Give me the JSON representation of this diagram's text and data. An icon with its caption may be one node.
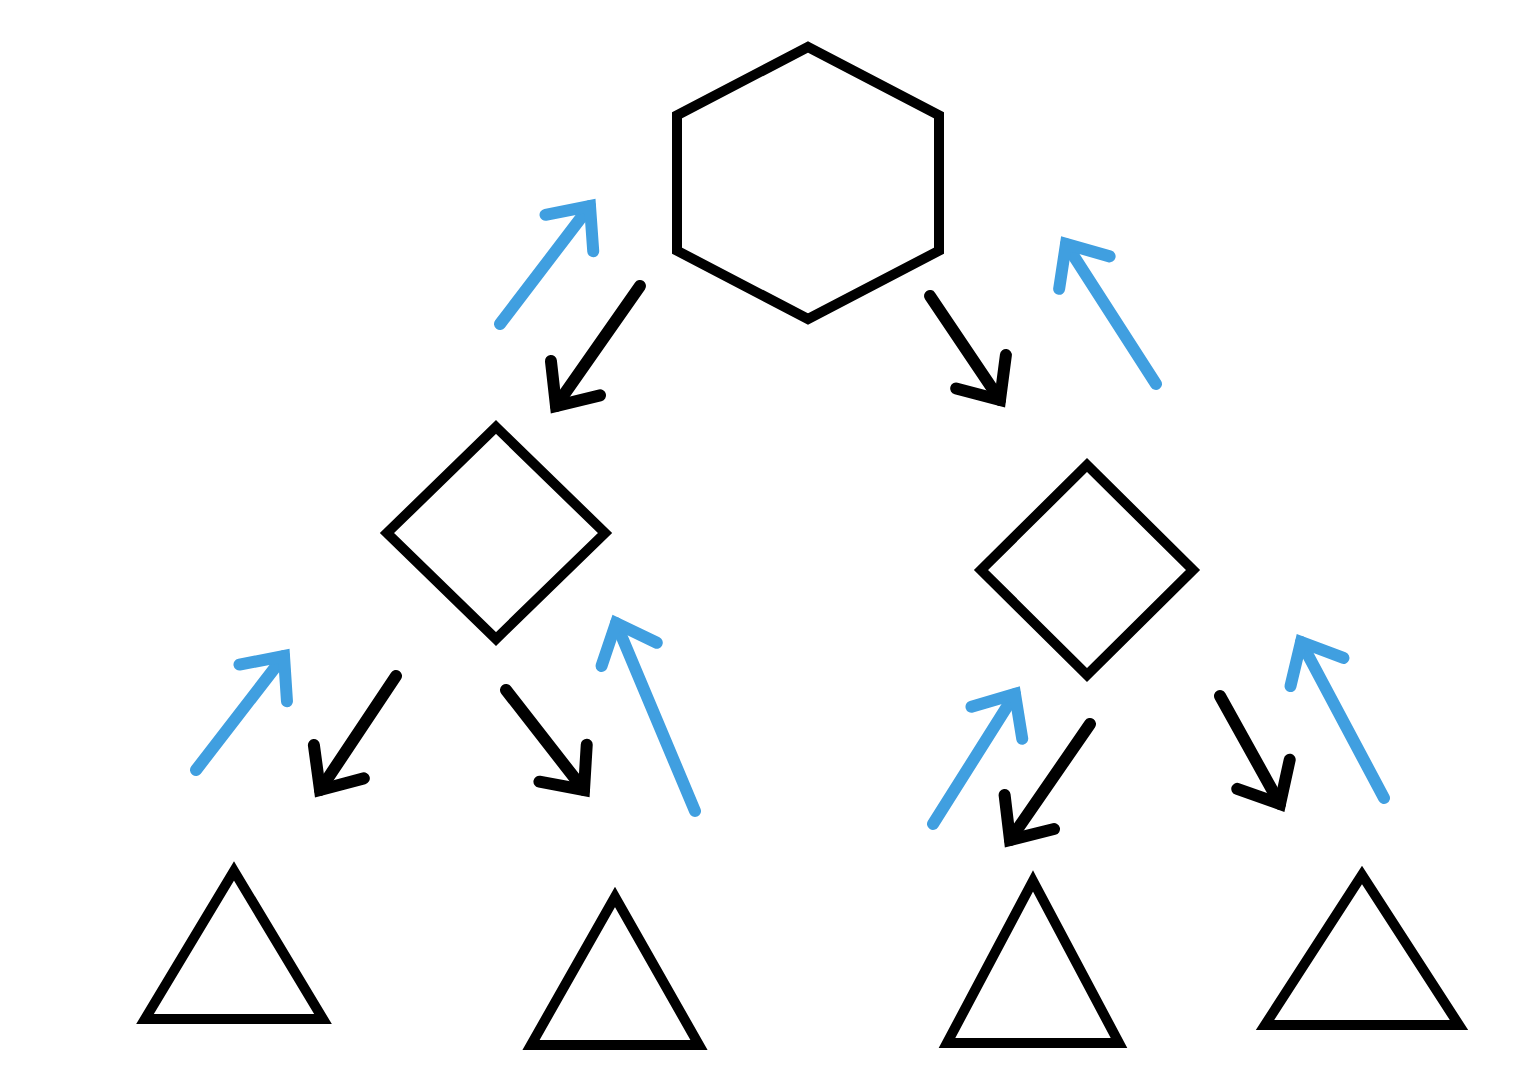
{
  "diagram": {
    "nodes": [
      {
        "text": [],
        "shape": "hexagon"
      },
      {
        "text": [],
        "shape": "diamond"
      },
      {
        "text": [],
        "shape": "diamond"
      },
      {
        "text": [],
        "shape": "triangle"
      },
      {
        "text": [],
        "shape": "triangle"
      },
      {
        "text": [],
        "shape": "triangle"
      },
      {
        "text": [],
        "shape": "triangle"
      }
    ],
    "edges": [
      {
        "from": 0,
        "to": 1,
        "arrow": "to"
      },
      {
        "from": 0,
        "to": 2,
        "arrow": "to"
      },
      {
        "from": 1,
        "to": 3,
        "arrow": "to"
      },
      {
        "from": 1,
        "to": 4,
        "arrow": "to"
      },
      {
        "from": 2,
        "to": 5,
        "arrow": "to"
      },
      {
        "from": 2,
        "to": 6,
        "arrow": "to"
      },
      {
        "from": 1,
        "to": 0,
        "arrow": "to",
        "color": "#409fe0"
      },
      {
        "from": 2,
        "to": 0,
        "arrow": "to",
        "color": "#409fe0"
      },
      {
        "from": 3,
        "to": 1,
        "arrow": "to",
        "color": "#409fe0"
      },
      {
        "from": 4,
        "to": 1,
        "arrow": "to",
        "color": "#409fe0"
      },
      {
        "from": 5,
        "to": 2,
        "arrow": "to",
        "color": "#409fe0"
      },
      {
        "from": 6,
        "to": 2,
        "arrow": "to",
        "color": "#409fe0"
      }
    ]
  }
}
